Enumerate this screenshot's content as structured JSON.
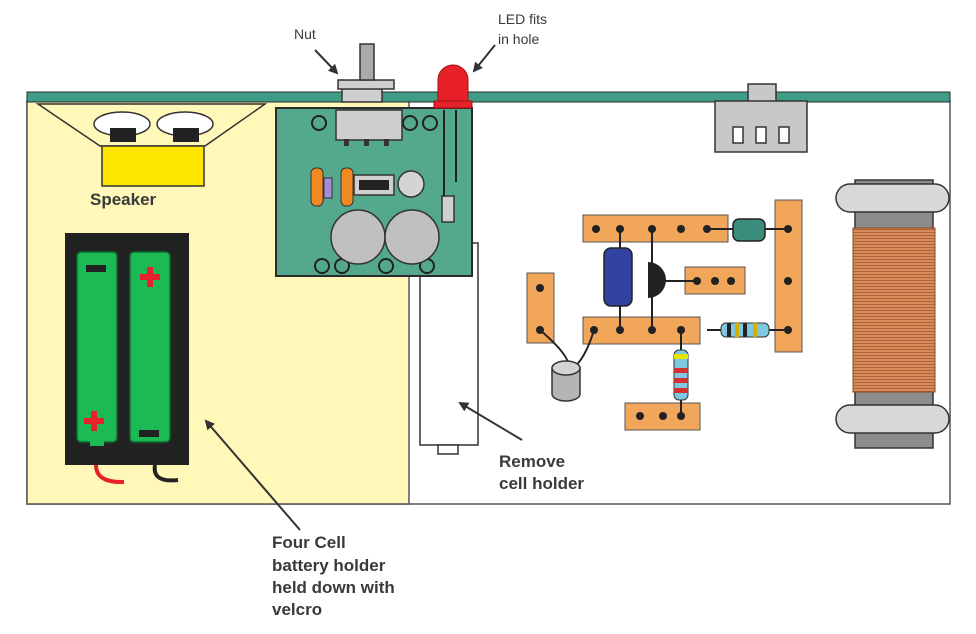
{
  "labels": {
    "nut": "Nut",
    "led_line1": "LED fits",
    "led_line2": "in hole",
    "speaker": "Speaker",
    "remove_line1": "Remove",
    "remove_line2": "cell holder",
    "battery_line1": "Four Cell",
    "battery_line2": "battery holder",
    "battery_line3": "held down with",
    "battery_line4": "velcro"
  },
  "colors": {
    "lid": "#3f9c86",
    "speaker_area": "#fff8b8",
    "pcb": "#54a88e",
    "stripboard": "#f2a65a",
    "battery_holder": "#222222",
    "cell": "#1db954",
    "led": "#e8202a",
    "speaker_magnet": "#ffe600",
    "coil": "#d98a5a"
  },
  "icons": [
    "plus-sign",
    "minus-sign",
    "arrow"
  ]
}
